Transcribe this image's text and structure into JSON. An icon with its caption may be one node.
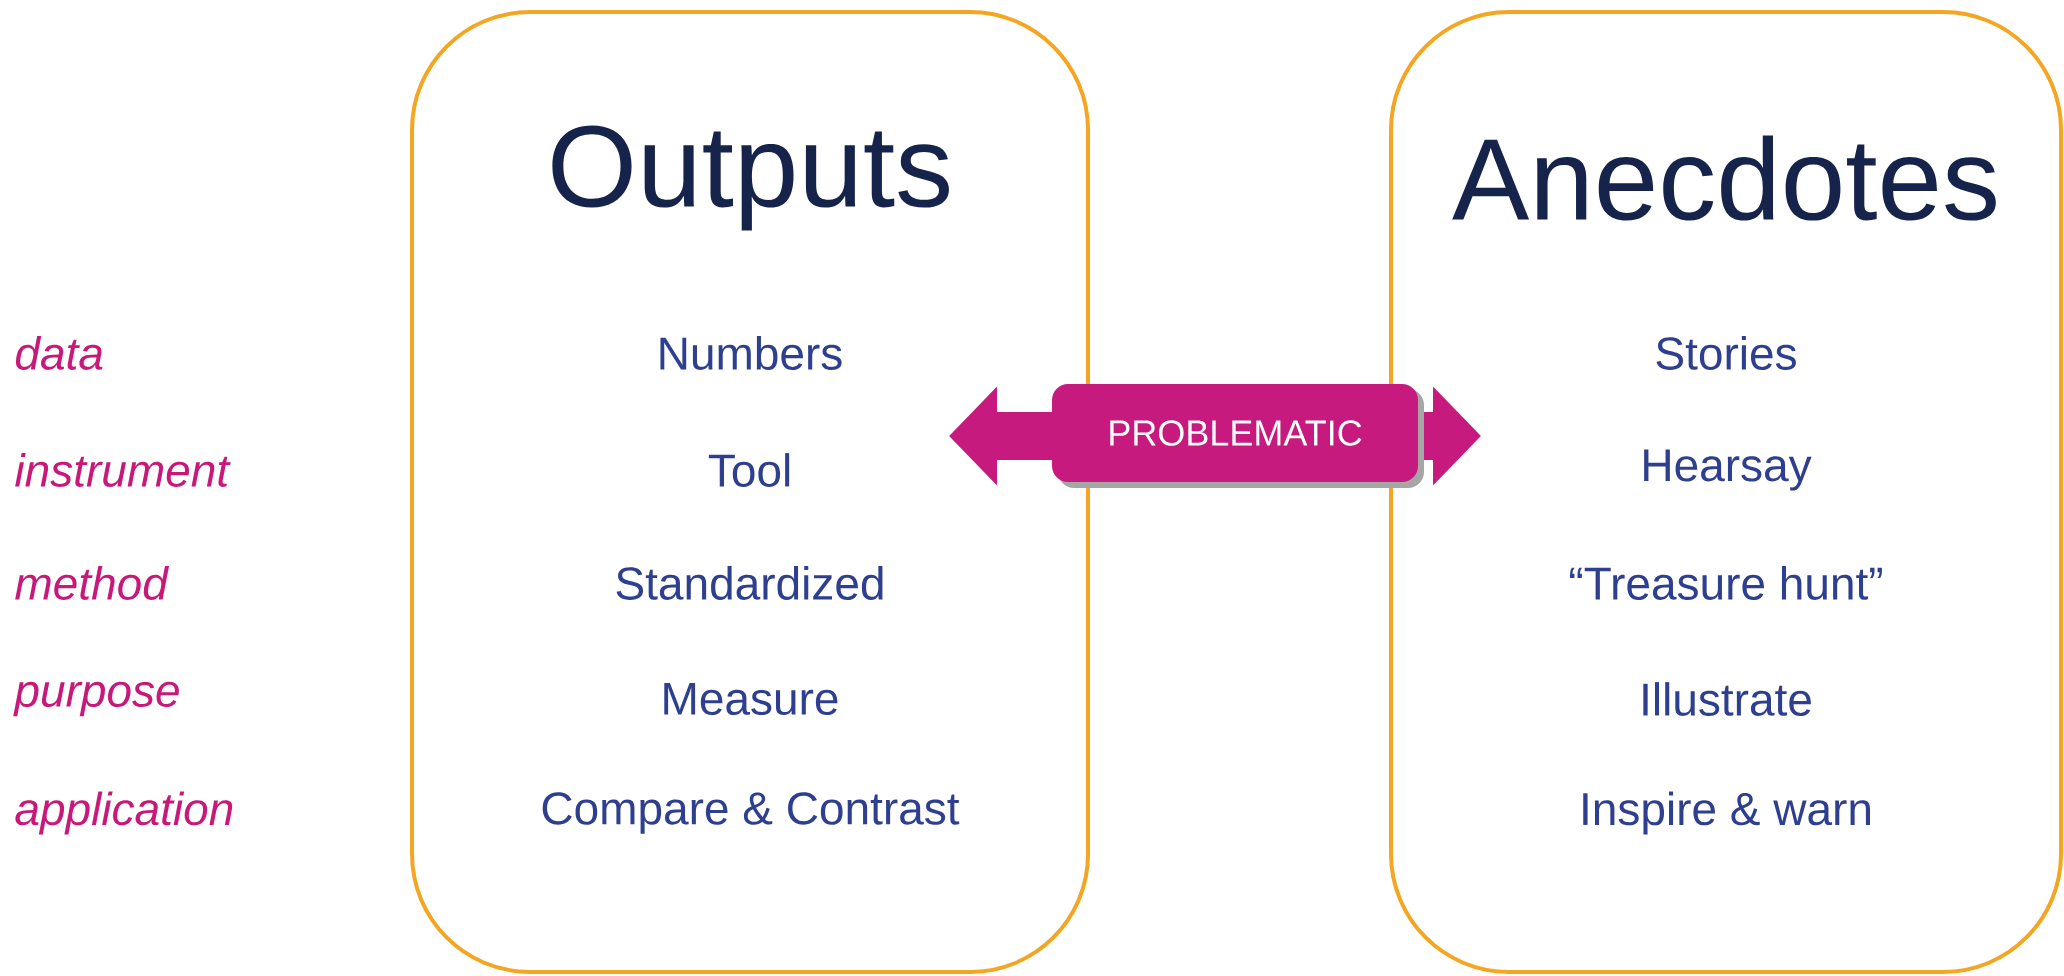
{
  "diagram": {
    "nodes": [
      {
        "text": [
          "Outputs",
          "Numbers",
          "Tool",
          "Standardized",
          "Measure",
          "Compare & Contrast"
        ]
      },
      {
        "text": [
          "Anecdotes",
          "Stories",
          "Hearsay",
          "“Treasure hunt”",
          "Illustrate",
          "Inspire & warn"
        ]
      }
    ],
    "edges": [
      {
        "from": 0,
        "to": 1,
        "arrow": "both",
        "label": "PROBLEMATIC"
      }
    ],
    "labels": [
      "data",
      "instrument",
      "method",
      "purpose",
      "application"
    ]
  }
}
